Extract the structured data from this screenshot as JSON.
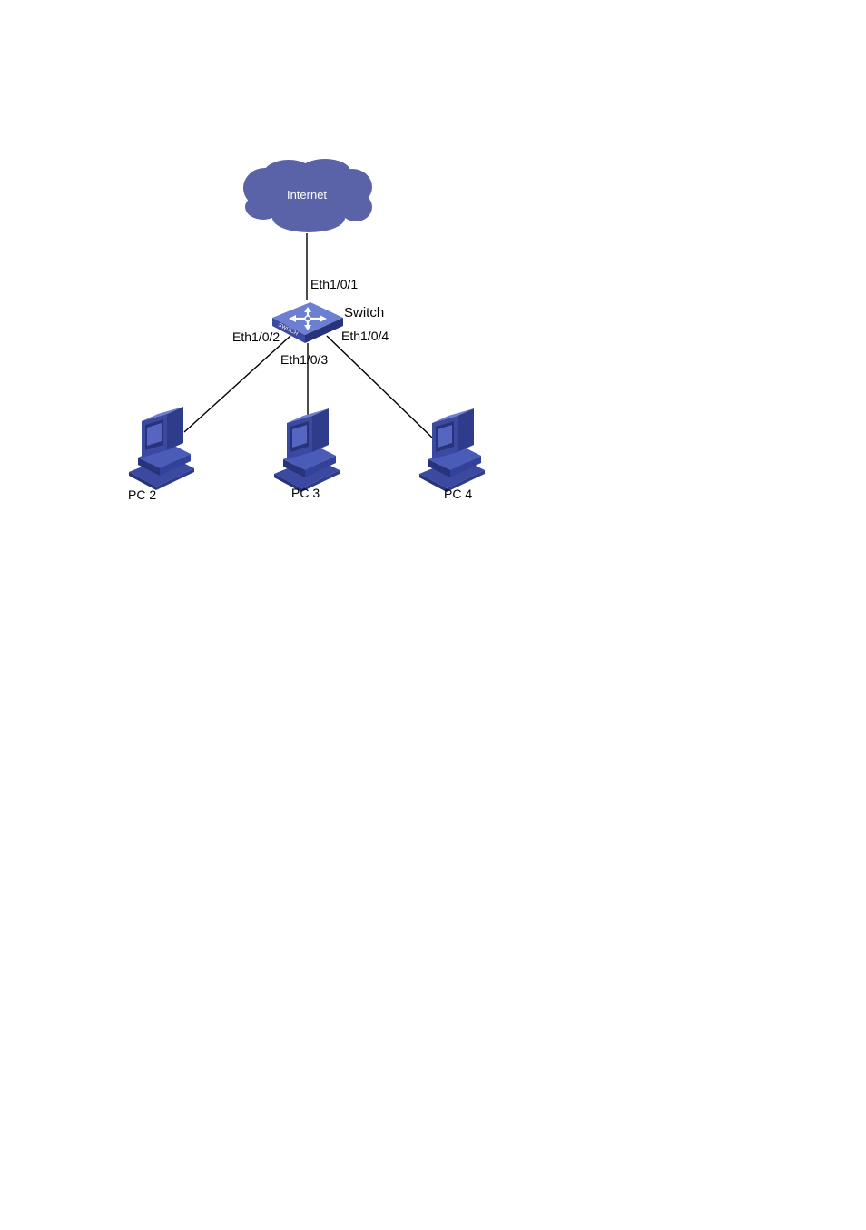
{
  "diagram": {
    "nodes": {
      "internet": {
        "label": "Internet",
        "icon": "cloud-icon"
      },
      "switch": {
        "label": "Switch",
        "icon": "switch-icon",
        "device_text": "SWITCH"
      },
      "pc2": {
        "label": "PC 2",
        "icon": "pc-icon"
      },
      "pc3": {
        "label": "PC 3",
        "icon": "pc-icon"
      },
      "pc4": {
        "label": "PC 4",
        "icon": "pc-icon"
      }
    },
    "ports": {
      "eth1": "Eth1/0/1",
      "eth2": "Eth1/0/2",
      "eth3": "Eth1/0/3",
      "eth4": "Eth1/0/4"
    },
    "links": [
      {
        "from": "internet",
        "to": "switch",
        "port": "Eth1/0/1"
      },
      {
        "from": "switch",
        "to": "PC 2",
        "port": "Eth1/0/2"
      },
      {
        "from": "switch",
        "to": "PC 3",
        "port": "Eth1/0/3"
      },
      {
        "from": "switch",
        "to": "PC 4",
        "port": "Eth1/0/4"
      }
    ],
    "colors": {
      "cloud": "#5a62a8",
      "device": "#3b4aa0",
      "device_light": "#6d7fd0",
      "device_dark": "#27337a",
      "link": "#000000"
    }
  }
}
